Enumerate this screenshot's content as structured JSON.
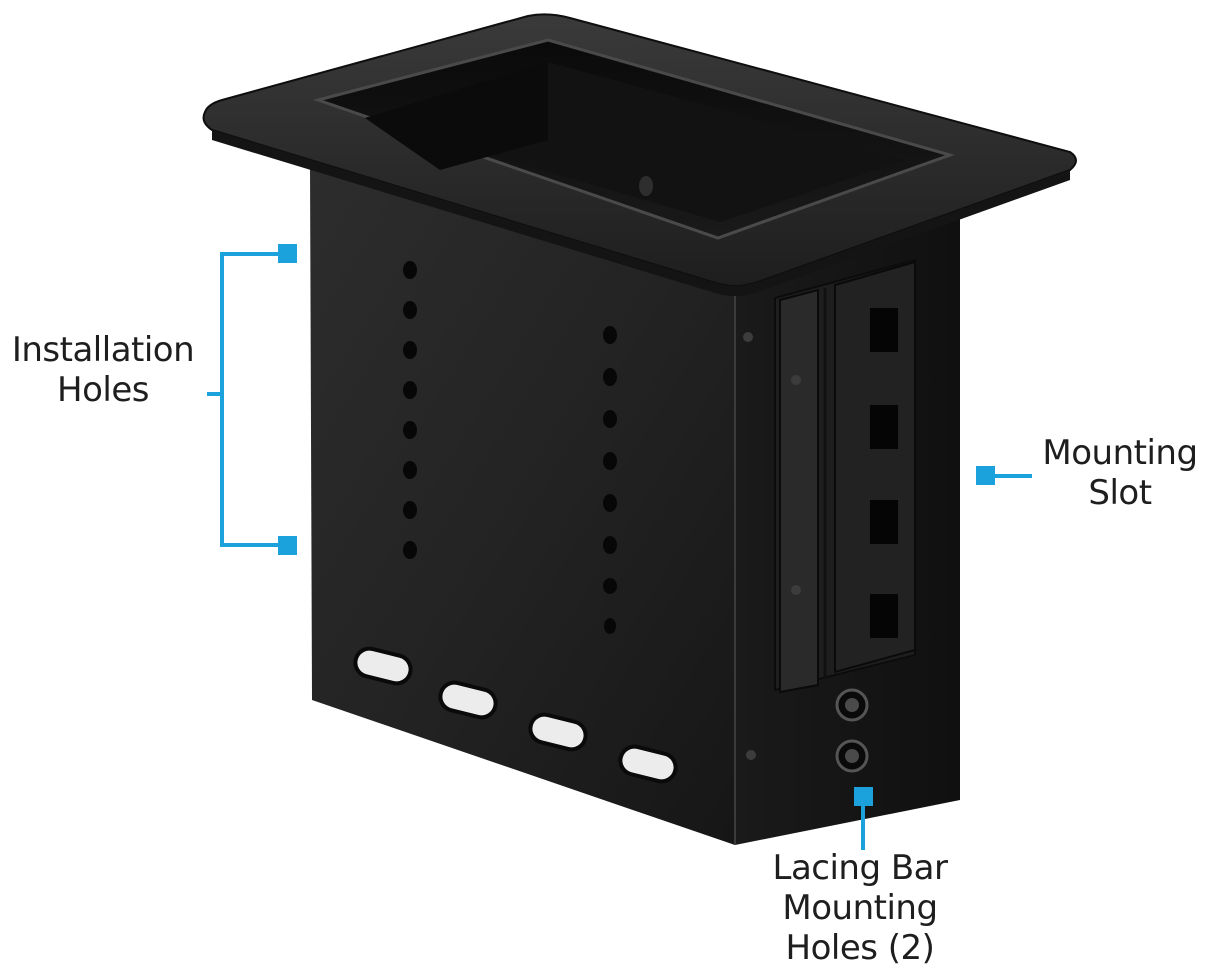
{
  "callouts": {
    "installation_holes": {
      "line1": "Installation",
      "line2": "Holes"
    },
    "mounting_slot": {
      "line1": "Mounting",
      "line2": "Slot"
    },
    "lacing_bar": {
      "line1": "Lacing Bar",
      "line2": "Mounting",
      "line3": "Holes (2)"
    }
  },
  "colors": {
    "callout": "#1ba1dc",
    "enclosure": "#1c1c1c",
    "background": "#ffffff"
  }
}
